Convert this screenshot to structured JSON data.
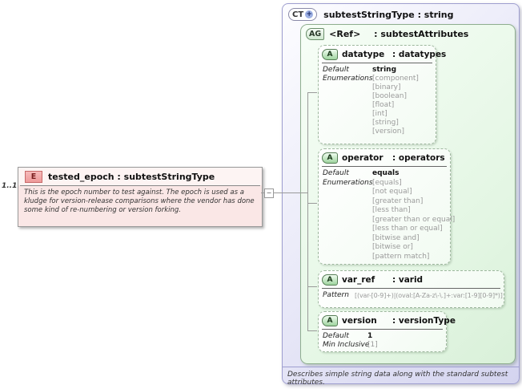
{
  "complex_type": {
    "badge": "CT",
    "expand_icon": "+",
    "title": "subtestStringType : string",
    "footer": "Describes simple string data along with the standard subtest attributes."
  },
  "attribute_group": {
    "badge": "AG",
    "name": "<Ref>",
    "type": ": subtestAttributes"
  },
  "attributes": [
    {
      "badge": "A",
      "name": "datatype",
      "type": ": datatypes",
      "rows": [
        {
          "label": "Default",
          "value": "string"
        },
        {
          "label": "Enumerations",
          "value": "[component]"
        },
        {
          "label": "",
          "value": "[binary]"
        },
        {
          "label": "",
          "value": "[boolean]"
        },
        {
          "label": "",
          "value": "[float]"
        },
        {
          "label": "",
          "value": "[int]"
        },
        {
          "label": "",
          "value": "[string]"
        },
        {
          "label": "",
          "value": "[version]"
        }
      ]
    },
    {
      "badge": "A",
      "name": "operator",
      "type": ": operators",
      "rows": [
        {
          "label": "Default",
          "value": "equals"
        },
        {
          "label": "Enumerations",
          "value": "[equals]"
        },
        {
          "label": "",
          "value": "[not equal]"
        },
        {
          "label": "",
          "value": "[greater than]"
        },
        {
          "label": "",
          "value": "[less than]"
        },
        {
          "label": "",
          "value": "[greater than or equal]"
        },
        {
          "label": "",
          "value": "[less than or equal]"
        },
        {
          "label": "",
          "value": "[bitwise and]"
        },
        {
          "label": "",
          "value": "[bitwise or]"
        },
        {
          "label": "",
          "value": "[pattern match]"
        }
      ]
    },
    {
      "badge": "A",
      "name": "var_ref",
      "type": ": varid",
      "rows": [
        {
          "label": "Pattern",
          "value": "[(var-[0-9]+)|(oval:[A-Za-z\\-\\.]+:var:[1-9][0-9]*)]"
        }
      ]
    },
    {
      "badge": "A",
      "name": "version",
      "type": ": versionType",
      "rows": [
        {
          "label": "Default",
          "value": "1"
        },
        {
          "label": "Min Inclusive",
          "value": "[1]"
        }
      ]
    }
  ],
  "element": {
    "badge": "E",
    "title": "tested_epoch : subtestStringType",
    "cardinality": "1..1",
    "collapse_icon": "−",
    "description": "This is the epoch number to test against.  The epoch is used as a kludge for version-release comparisons where the vendor has done some kind of re-numbering or version forking."
  },
  "colors": {
    "complex_type_border": "#9f9fd0",
    "attribute_group_fill": "#e3f6e3",
    "attribute_badge_green": "#9fd49f",
    "element_fill": "#fae7e6",
    "element_badge_pink": "#ee9a9a",
    "enum_text": "#9a9a9a",
    "connector": "#9a9a9a"
  }
}
